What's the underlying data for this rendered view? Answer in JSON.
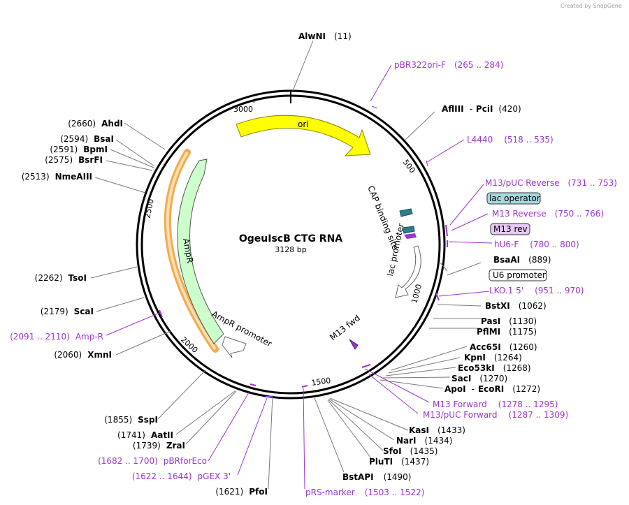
{
  "credit": "Created by SnapGene",
  "center": {
    "name": "OgeuIscB CTG RNA",
    "size": "3128 bp"
  },
  "ticks": [
    "3000",
    "500",
    "1000",
    "1500",
    "2000",
    "2500"
  ],
  "features": {
    "ori": "ori",
    "ampr": "AmpR",
    "ampr_promoter": "AmpR promoter",
    "cap": "CAP binding site",
    "lac": "lac promoter",
    "m13fwd": "M13 fwd"
  },
  "right_labels": [
    {
      "name": "AlwNI",
      "pos": "(11)"
    },
    {
      "name": "pBR322ori-F",
      "pos": "(265 .. 284)"
    },
    {
      "name": "AflIII",
      "sep": "-",
      "name2": "PciI",
      "pos": "(420)"
    },
    {
      "name": "L4440",
      "pos": "(518 .. 535)"
    },
    {
      "name": "M13/pUC Reverse",
      "pos": "(731 .. 753)"
    },
    {
      "name": "lac operator"
    },
    {
      "name": "M13 Reverse",
      "pos": "(750 .. 766)"
    },
    {
      "name": "M13 rev"
    },
    {
      "name": "hU6-F",
      "pos": "(780 .. 800)"
    },
    {
      "name": "BsaAI",
      "pos": "(889)"
    },
    {
      "name": "U6 promoter"
    },
    {
      "name": "LKO.1 5'",
      "pos": "(951 .. 970)"
    },
    {
      "name": "BstXI",
      "pos": "(1062)"
    },
    {
      "name": "PasI",
      "pos": "(1130)"
    },
    {
      "name": "PflMI",
      "pos": "(1175)"
    },
    {
      "name": "Acc65I",
      "pos": "(1260)"
    },
    {
      "name": "KpnI",
      "pos": "(1264)"
    },
    {
      "name": "Eco53kI",
      "pos": "(1268)"
    },
    {
      "name": "SacI",
      "pos": "(1270)"
    },
    {
      "name": "ApoI",
      "sep": "-",
      "name2": "EcoRI",
      "pos": "(1272)"
    },
    {
      "name": "M13 Forward",
      "pos": "(1278 .. 1295)"
    },
    {
      "name": "M13/pUC Forward",
      "pos": "(1287 .. 1309)"
    },
    {
      "name": "KasI",
      "pos": "(1433)"
    },
    {
      "name": "NarI",
      "pos": "(1434)"
    },
    {
      "name": "SfoI",
      "pos": "(1435)"
    },
    {
      "name": "PluTI",
      "pos": "(1437)"
    },
    {
      "name": "BstAPI",
      "pos": "(1490)"
    },
    {
      "name": "pRS-marker",
      "pos": "(1503 .. 1522)"
    }
  ],
  "left_labels": [
    {
      "name": "AhdI",
      "pos": "(2660)"
    },
    {
      "name": "BsaI",
      "pos": "(2594)"
    },
    {
      "name": "BpmI",
      "pos": "(2591)"
    },
    {
      "name": "BsrFI",
      "pos": "(2575)"
    },
    {
      "name": "NmeAIII",
      "pos": "(2513)"
    },
    {
      "name": "TsoI",
      "pos": "(2262)"
    },
    {
      "name": "ScaI",
      "pos": "(2179)"
    },
    {
      "name": "Amp-R",
      "pos": "(2091 .. 2110)"
    },
    {
      "name": "XmnI",
      "pos": "(2060)"
    },
    {
      "name": "SspI",
      "pos": "(1855)"
    },
    {
      "name": "AatII",
      "pos": "(1741)"
    },
    {
      "name": "ZraI",
      "pos": "(1739)"
    },
    {
      "name": "pBRforEco",
      "pos": "(1682 .. 1700)"
    },
    {
      "name": "pGEX 3'",
      "pos": "(1622 .. 1644)"
    },
    {
      "name": "PfoI",
      "pos": "(1621)"
    }
  ],
  "colors": {
    "ori": "#ffff00",
    "ampr": "#ccffcc",
    "primer": "#9b35d2",
    "lac_operator": "#a8d8e0",
    "m13rev": "#e6c8f5",
    "cap": "#2a7f8f"
  }
}
